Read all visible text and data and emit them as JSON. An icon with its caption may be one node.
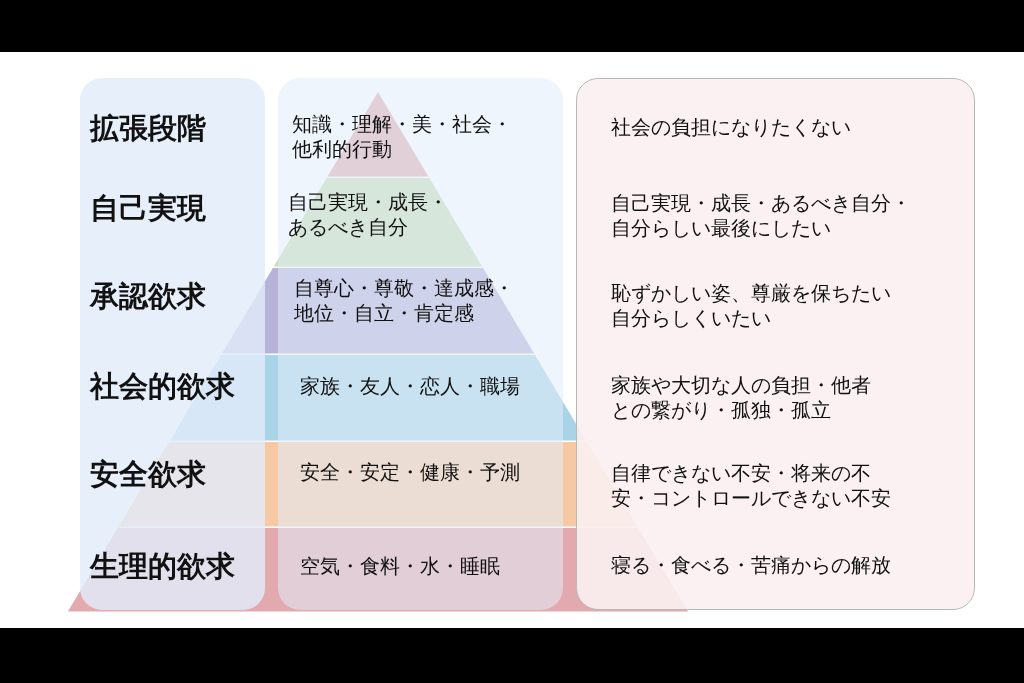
{
  "diagram": {
    "nodes": [
      {
        "text": [
          "拡張段階",
          "自己実現",
          "承認欲求",
          "社会的欲求",
          "安全欲求",
          "生理的欲求"
        ]
      },
      {
        "text": [
          "知識・理解・美・社会・他利的行動",
          "自己実現・成長・あるべき自分",
          "自尊心・尊敬・達成感・地位・自立・肯定感",
          "家族・友人・恋人・職場",
          "安全・安定・健康・予測",
          "空気・食料・水・睡眠"
        ]
      },
      {
        "text": [
          "社会の負担になりたくない",
          "自己実現・成長・あるべき自分・自分らしい最後にしたい",
          "恥ずかしい姿、尊厳を保ちたい自分らしくいたい",
          "家族や大切な人の負担・他者との繋がり・孤独・孤立",
          "自律できない不安・将来の不安・コントロールできない不安",
          "寝る・食べる・苦痛からの解放"
        ]
      }
    ]
  }
}
